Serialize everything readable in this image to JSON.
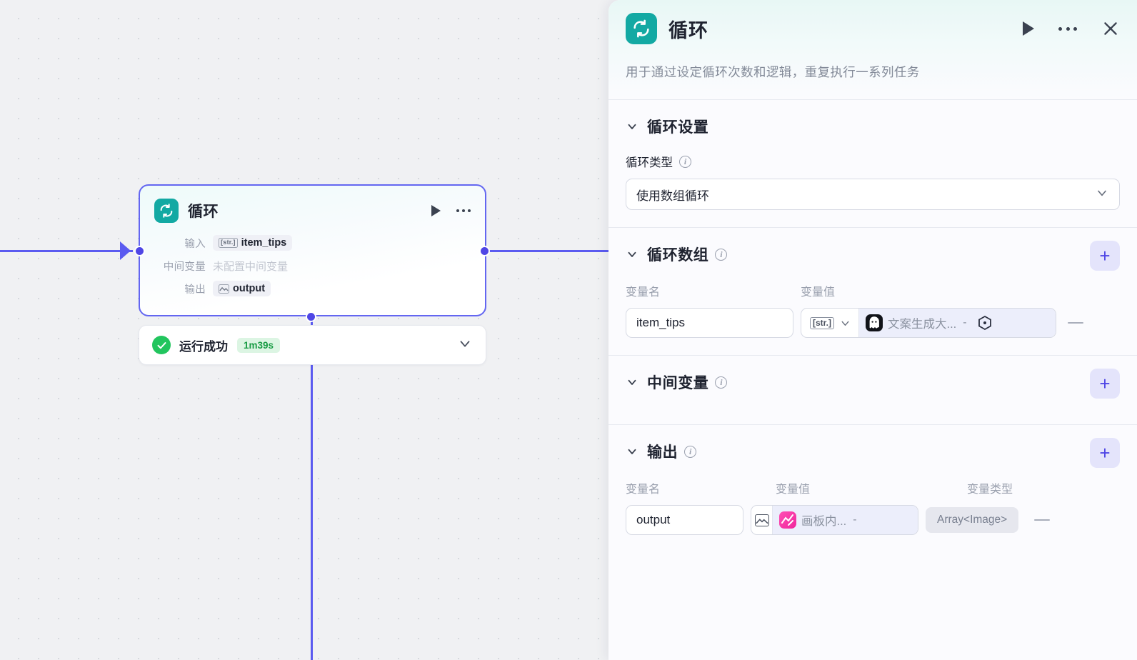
{
  "canvas": {
    "node": {
      "icon": "loop-icon",
      "title": "循环",
      "play": "play-icon",
      "more": "more-icon",
      "rows": [
        {
          "label": "输入",
          "tag": "[str.]",
          "value": "item_tips",
          "tag_kind": "str"
        },
        {
          "label": "中间变量",
          "value": "未配置中间变量",
          "tag_kind": "none"
        },
        {
          "label": "输出",
          "tag": "image",
          "value": "output",
          "tag_kind": "img"
        }
      ]
    },
    "status": {
      "icon": "check-circle-icon",
      "text": "运行成功",
      "duration": "1m39s",
      "chevron": "chevron-down-icon"
    }
  },
  "panel": {
    "header": {
      "icon": "loop-icon",
      "title": "循环",
      "description": "用于通过设定循环次数和逻辑，重复执行一系列任务",
      "play_label": "play-icon",
      "more_label": "more-icon",
      "close_label": "close-icon"
    },
    "loop_settings": {
      "title": "循环设置",
      "type_label": "循环类型",
      "type_value": "使用数组循环"
    },
    "loop_array": {
      "title": "循环数组",
      "add_label": "+",
      "col_name": "变量名",
      "col_value": "变量值",
      "rows": [
        {
          "name": "item_tips",
          "type_tag": "[str.]",
          "source_icon": "ghost-icon",
          "source_text": "文案生成大...",
          "dash": "-",
          "target_icon": "node-port-icon"
        }
      ]
    },
    "intermediate": {
      "title": "中间变量",
      "add_label": "+"
    },
    "output": {
      "title": "输出",
      "add_label": "+",
      "col_name": "变量名",
      "col_value": "变量值",
      "col_type": "变量类型",
      "rows": [
        {
          "name": "output",
          "value_icon": "image-icon",
          "source_icon": "canvas-icon",
          "source_text": "画板内...",
          "dash": "-",
          "type": "Array<Image>"
        }
      ]
    }
  },
  "colors": {
    "accent": "#4f46e5",
    "teal": "#13a9a3",
    "success": "#22c55e",
    "pink": "#f0269c"
  }
}
